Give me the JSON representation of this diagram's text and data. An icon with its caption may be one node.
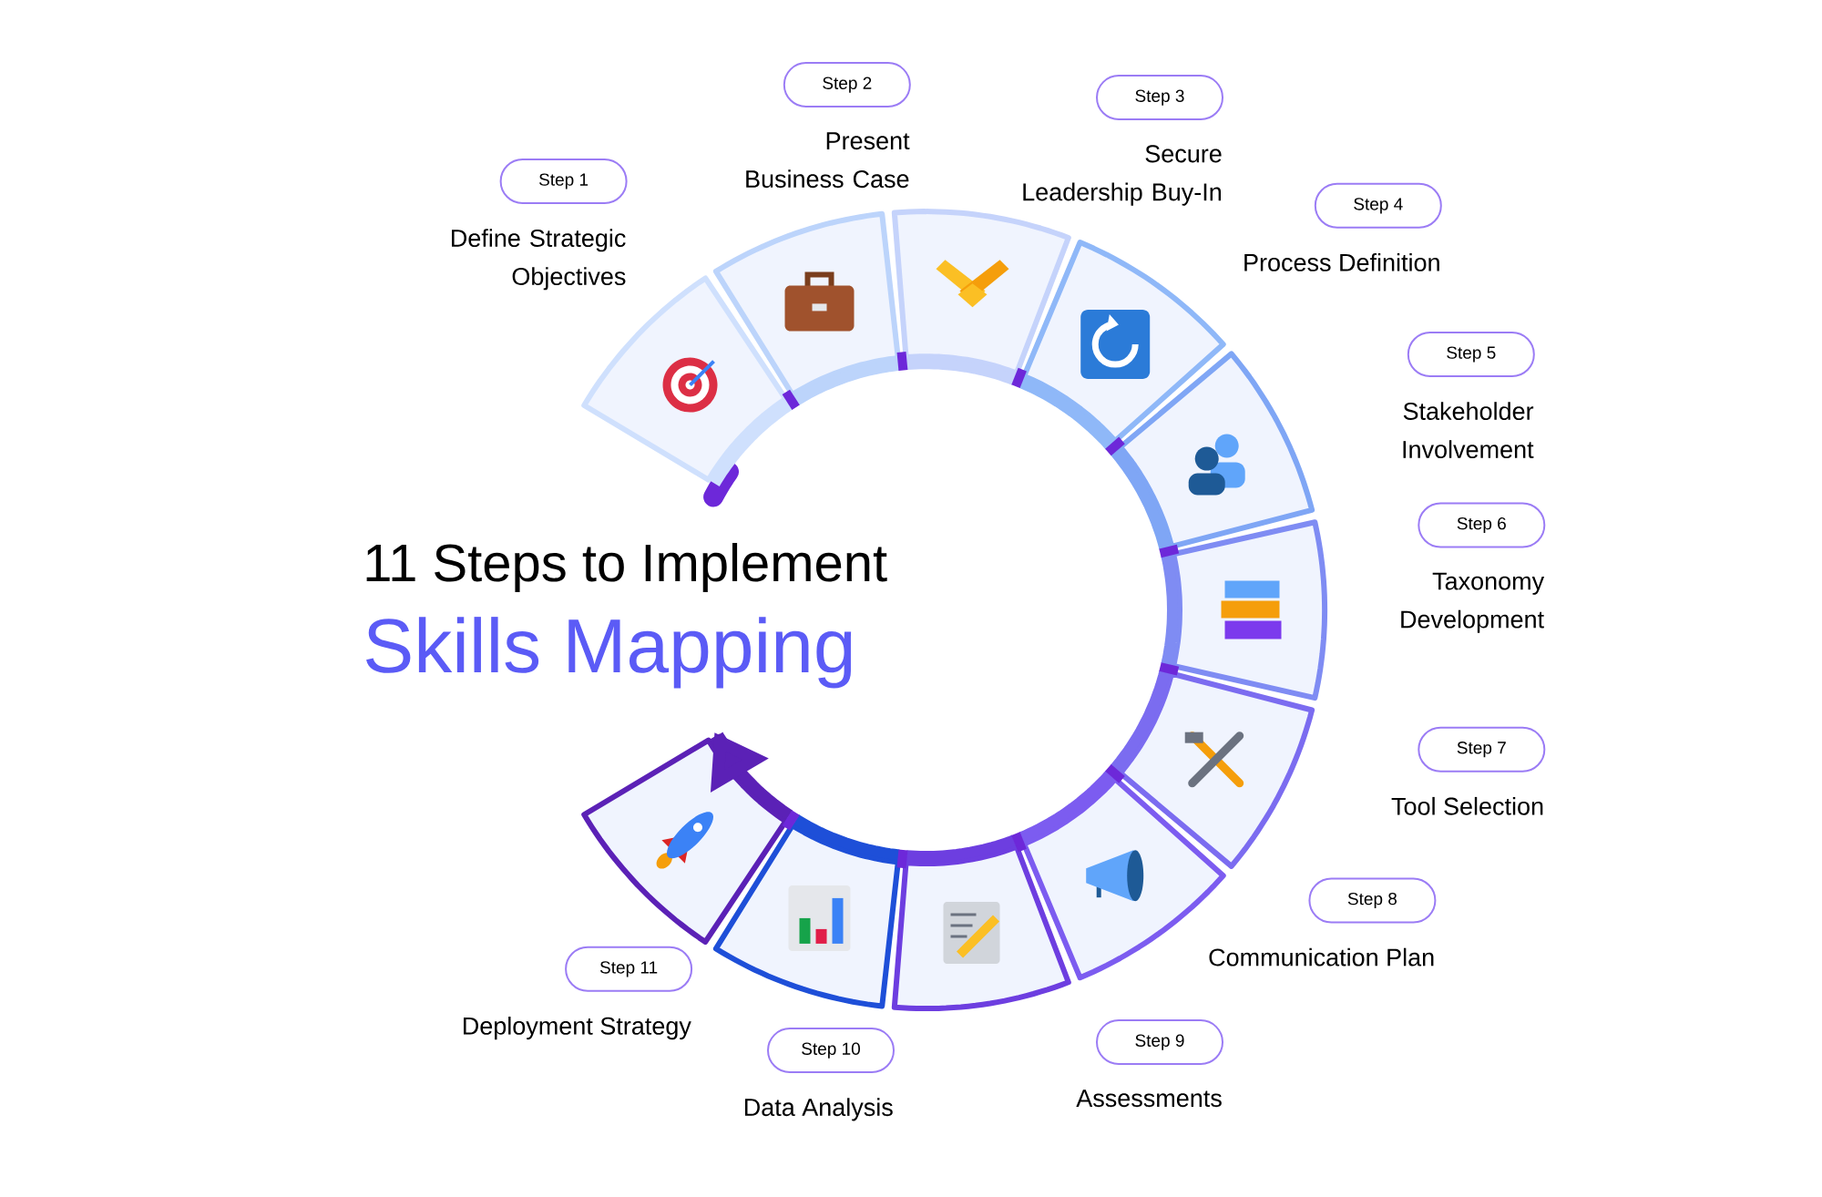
{
  "diagram": {
    "title": "11 Steps to Implement",
    "nodes": [
      {
        "text": [
          "Step 1",
          "Define Strategic Objectives"
        ]
      },
      {
        "text": [
          "Step 2",
          "Present Business Case"
        ]
      },
      {
        "text": [
          "Step 3",
          "Secure Leadership Buy-In"
        ]
      },
      {
        "text": [
          "Step 4",
          "Process Definition"
        ]
      },
      {
        "text": [
          "Step 5",
          "Stakeholder Involvement"
        ]
      },
      {
        "text": [
          "Step 6",
          "Taxonomy Development"
        ]
      },
      {
        "text": [
          "Step 7",
          "Tool Selection"
        ]
      },
      {
        "text": [
          "Step 8",
          "Communication Plan"
        ]
      },
      {
        "text": [
          "Step 9",
          "Assessments"
        ]
      },
      {
        "text": [
          "Step 10",
          "Data Analysis"
        ]
      },
      {
        "text": [
          "Step 11",
          "Deployment Strategy"
        ]
      }
    ],
    "labels": [
      "Skills Mapping"
    ]
  }
}
